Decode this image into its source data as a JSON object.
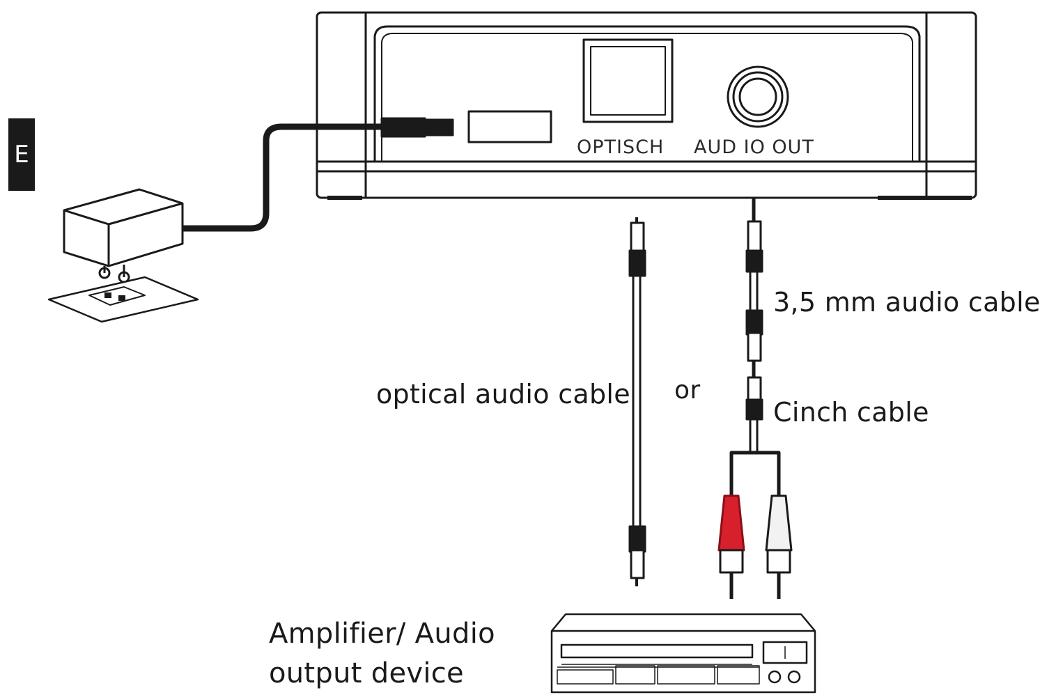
{
  "language_tab": "E",
  "device": {
    "optical_port_label": "OPTISCH",
    "audio_out_label": "AUD IO OUT"
  },
  "labels": {
    "optical_cable": "optical audio cable",
    "or": "or",
    "audio_35": "3,5 mm audio cable",
    "cinch": "Cinch cable",
    "amplifier_line1": "Amplifier/ Audio",
    "amplifier_line2": "output device"
  },
  "colors": {
    "line": "#1a1a1a",
    "rca_red": "#d8202c",
    "rca_white": "#f2f2f2"
  }
}
